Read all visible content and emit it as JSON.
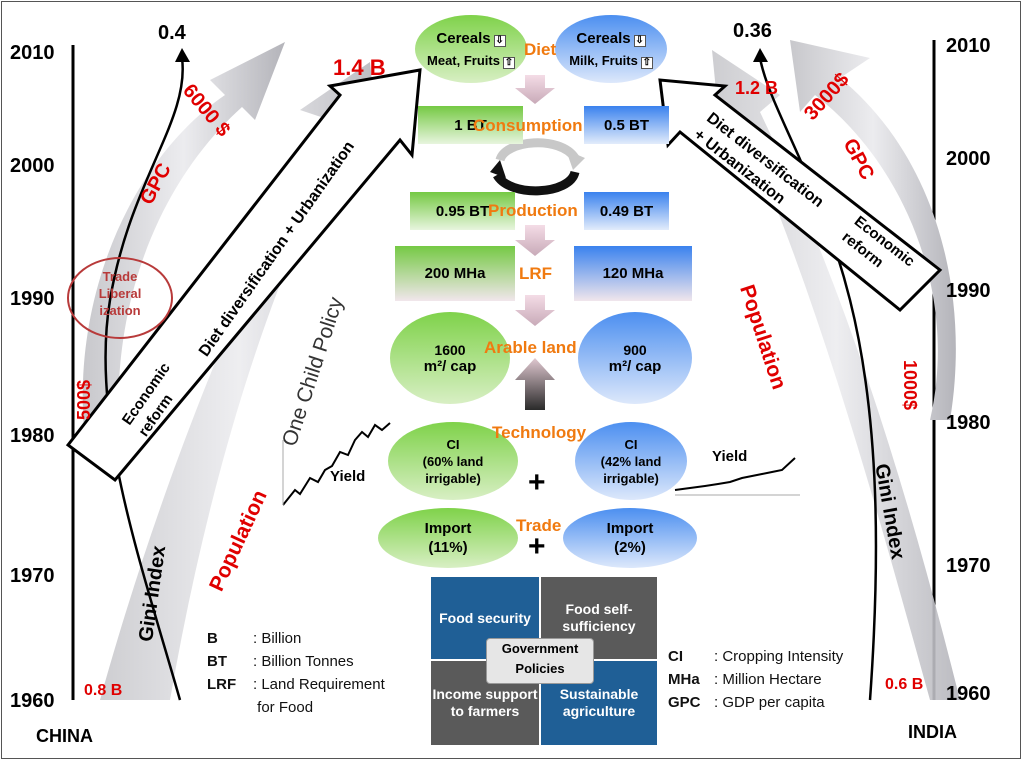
{
  "years": {
    "left": [
      "2010",
      "2000",
      "1990",
      "1980",
      "1970",
      "1960"
    ],
    "right": [
      "2010",
      "2000",
      "1990",
      "1980",
      "1970",
      "1960"
    ]
  },
  "countries": {
    "left": "CHINA",
    "right": "INDIA"
  },
  "china": {
    "gini_end": "0.4",
    "population_end": "1.4 B",
    "population_start": "0.8 B",
    "gpc_end": "6000 $",
    "gpc_start": "500$",
    "gpc_label": "GPC",
    "population_label": "Population",
    "gini_label": "Gini Index",
    "policy_label": "One Child Policy",
    "reform_label": "Economic reform",
    "diet_label": "Diet diversification + Urbanization",
    "trade_lib_label": "Trade Liberal ization"
  },
  "india": {
    "gini_end": "0.36",
    "population_end": "1.2 B",
    "population_start": "0.6 B",
    "gpc_end": "3000$",
    "gpc_start": "1000$",
    "gpc_label": "GPC",
    "population_label": "Population",
    "gini_label": "Gini Index",
    "reform_label": "Economic reform",
    "diet_label": "Diet diversification + Urbanization"
  },
  "center": {
    "diet": {
      "label": "Diet",
      "china_top": "Cereals",
      "china_bottom": "Meat, Fruits",
      "india_top": "Cereals",
      "india_bottom": "Milk, Fruits"
    },
    "consumption": {
      "label": "Consumption",
      "china": "1 BT",
      "india": "0.5 BT"
    },
    "production": {
      "label": "Production",
      "china": "0.95 BT",
      "india": "0.49 BT"
    },
    "lrf": {
      "label": "LRF",
      "china": "200 MHa",
      "india": "120 MHa"
    },
    "arable": {
      "label": "Arable land",
      "china_value": "1600",
      "china_unit": "m²/ cap",
      "india_value": "900",
      "india_unit": "m²/ cap"
    },
    "technology": {
      "label": "Technology",
      "china_l1": "CI",
      "china_l2": "(60% land",
      "china_l3": "irrigable)",
      "india_l1": "CI",
      "india_l2": "(42% land",
      "india_l3": "irrigable)"
    },
    "trade": {
      "label": "Trade",
      "china_l1": "Import",
      "china_l2": "(11%)",
      "india_l1": "Import",
      "india_l2": "(2%)"
    },
    "plus": "+",
    "yield_label": "Yield"
  },
  "policies": {
    "q1": "Food security",
    "q2": "Food self- sufficiency",
    "q3": "Income support to farmers",
    "q4": "Sustainable agriculture",
    "center_l1": "Government",
    "center_l2": "Policies"
  },
  "legend_left": [
    {
      "key": "B",
      "sep": ":",
      "value": "Billion"
    },
    {
      "key": "BT",
      "sep": ":",
      "value": "Billion Tonnes"
    },
    {
      "key": "LRF",
      "sep": ":",
      "value": "Land Requirement"
    },
    {
      "key": "",
      "sep": "",
      "value": "for Food"
    }
  ],
  "legend_right": [
    {
      "key": "CI",
      "sep": ":",
      "value": "Cropping Intensity"
    },
    {
      "key": "MHa",
      "sep": ":",
      "value": "Million Hectare"
    },
    {
      "key": "GPC",
      "sep": ":",
      "value": "GDP per capita"
    }
  ],
  "colors": {
    "red": "#e00000",
    "orange": "#f07a10",
    "green": "#75c944",
    "blue": "#3a82ee",
    "policy_blue": "#1f5f96",
    "policy_gray": "#5a5a5a"
  }
}
